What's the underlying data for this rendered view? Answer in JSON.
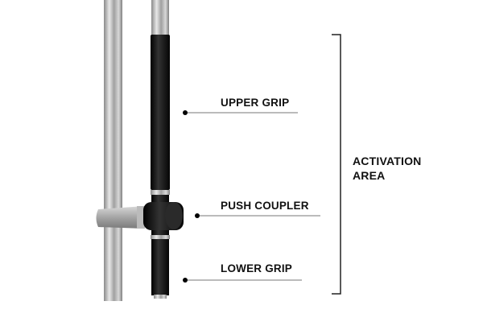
{
  "labels": {
    "upper_grip": "UPPER GRIP",
    "push_coupler": "PUSH COUPLER",
    "lower_grip": "LOWER GRIP",
    "activation_line1": "ACTIVATION",
    "activation_line2": "AREA"
  },
  "colors": {
    "steel": "#c8c8c8",
    "grip": "#151515",
    "text": "#111111"
  }
}
